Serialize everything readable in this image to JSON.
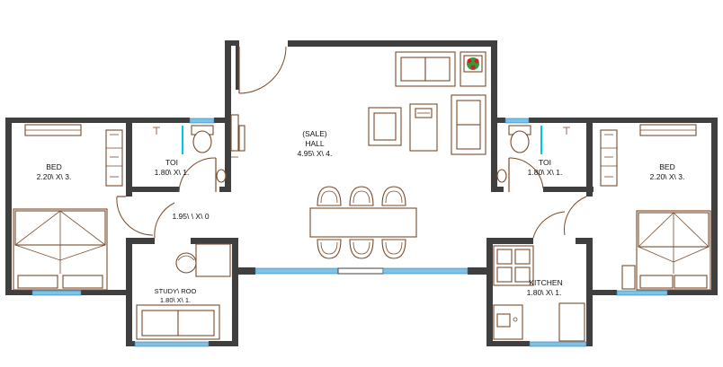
{
  "rooms": {
    "bed_left": {
      "name": "BED",
      "size": "2.20\\ X\\ 3."
    },
    "bed_right": {
      "name": "BED",
      "size": "2.20\\ X\\ 3."
    },
    "toilet_left": {
      "name": "TOI",
      "size": "1.80\\ X\\ 1."
    },
    "toilet_right": {
      "name": "TOI",
      "size": "1.80\\ X\\ 1."
    },
    "hall": {
      "name_local": "(SALE)",
      "name": "HALL",
      "size": "4.95\\ X\\ 4."
    },
    "passage": {
      "size": "1.95\\ \\ X\\ 0"
    },
    "study": {
      "name": "STUDY\\ ROO",
      "size": "1.80\\ X\\ 1."
    },
    "kitchen": {
      "name": "KITCHEN",
      "size": "1.80\\ X\\ 1."
    }
  },
  "colors": {
    "wall": "#3f3f3f",
    "window": "#7ec3e6",
    "furniture": "#7a4a2a",
    "fixture_accent": "#00c8e0",
    "plant": "#d62020"
  }
}
